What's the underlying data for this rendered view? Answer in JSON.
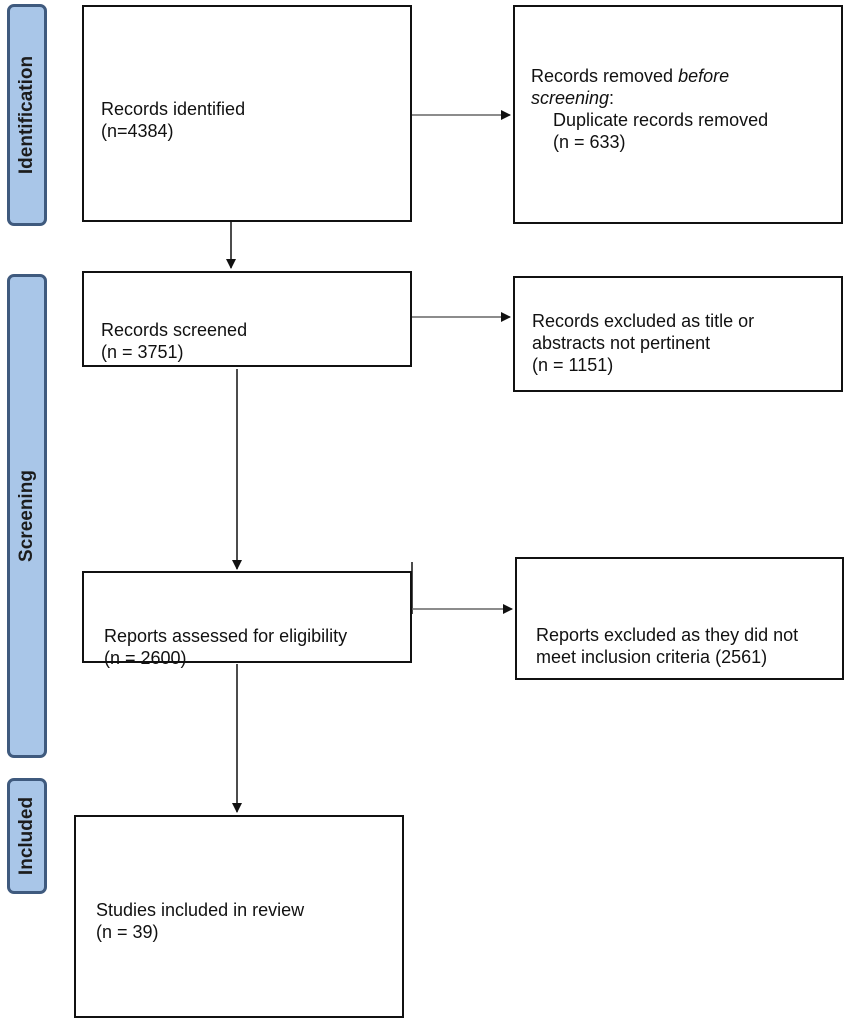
{
  "phases": {
    "identification": "Identification",
    "screening": "Screening",
    "included": "Included"
  },
  "boxes": {
    "records_identified": {
      "line1": "Records identified",
      "line2": "(n=4384)"
    },
    "records_removed": {
      "line1_pre": "Records removed ",
      "line1_em": "before",
      "line2_em": "screening",
      "line2_post": ":",
      "line3": "Duplicate records removed",
      "line4": "(n = 633)"
    },
    "records_screened": {
      "line1": "Records screened",
      "line2": "(n = 3751)"
    },
    "records_excluded": {
      "line1": "Records excluded as title or",
      "line2": "abstracts not pertinent",
      "line3": "(n = 1151)"
    },
    "reports_assessed": {
      "line1": "Reports assessed for eligibility",
      "line2": "(n = 2600)"
    },
    "reports_excluded": {
      "line1": "Reports excluded as they did not",
      "line2": "meet inclusion criteria (2561)"
    },
    "studies_included": {
      "line1": "Studies included in review",
      "line2": "(n = 39)"
    }
  }
}
